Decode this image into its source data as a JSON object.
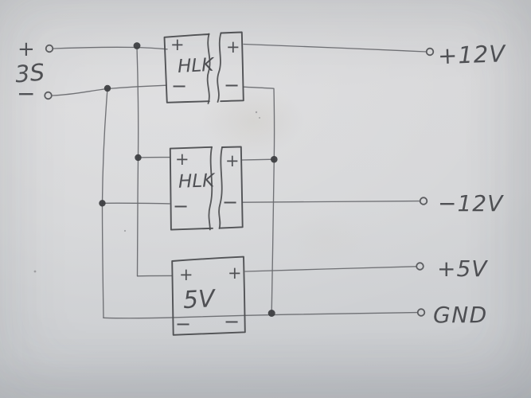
{
  "battery": {
    "plus": "+",
    "label": "3S",
    "minus": "−"
  },
  "modules": [
    {
      "label": "HLK",
      "in_plus": "+",
      "in_minus": "−",
      "out_plus": "+",
      "out_minus": "−"
    },
    {
      "label": "HLK",
      "in_plus": "+",
      "in_minus": "−",
      "out_plus": "+",
      "out_minus": "−"
    },
    {
      "label": "5V",
      "in_plus": "+",
      "in_minus": "−",
      "out_plus": "+",
      "out_minus": "−"
    }
  ],
  "outputs": [
    {
      "label": "+12V"
    },
    {
      "label": "−12V"
    },
    {
      "label": "+5V"
    },
    {
      "label": "GND"
    }
  ],
  "colors": {
    "paper": "#d2d3d5",
    "wire_ink": "#67686c",
    "box_ink": "#4b4c4f"
  }
}
